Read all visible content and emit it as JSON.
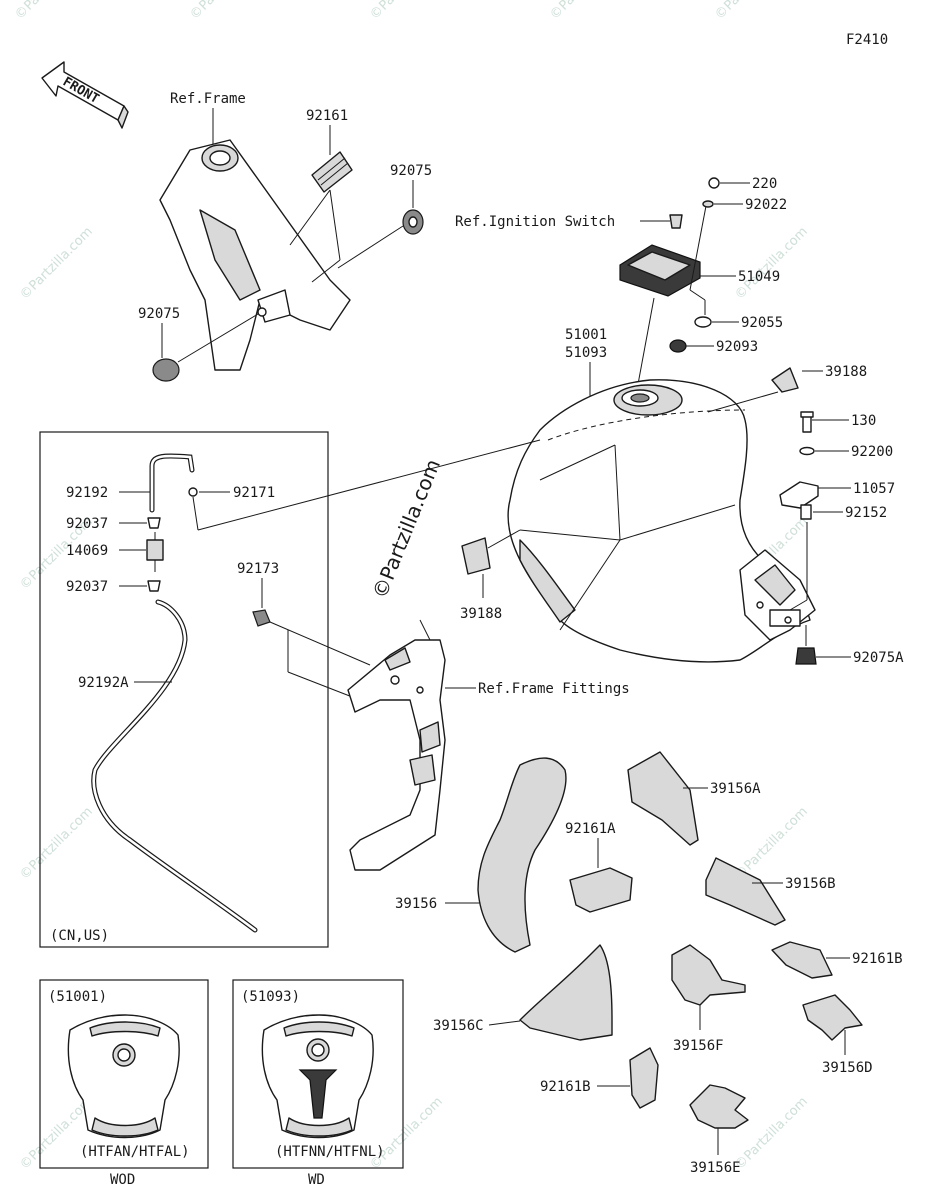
{
  "figure_code": "F2410",
  "front_arrow_label": "FRONT",
  "watermark": "©Partzilla.com",
  "references": {
    "frame": "Ref.Frame",
    "ignition_switch": "Ref.Ignition Switch",
    "frame_fittings": "Ref.Frame Fittings"
  },
  "part_labels": {
    "p92161": "92161",
    "p92075_top": "92075",
    "p92075_left": "92075",
    "p220": "220",
    "p92022": "92022",
    "p51049": "51049",
    "p92055": "92055",
    "p92093": "92093",
    "p51001": "51001",
    "p51093": "51093",
    "p39188_right": "39188",
    "p130": "130",
    "p92200": "92200",
    "p11057": "11057",
    "p92152": "92152",
    "p92075A": "92075A",
    "p39188_left": "39188",
    "p92192": "92192",
    "p92171": "92171",
    "p92037_top": "92037",
    "p14069": "14069",
    "p92037_bot": "92037",
    "p92192A": "92192A",
    "p92173": "92173",
    "p39156A": "39156A",
    "p92161A": "92161A",
    "p39156": "39156",
    "p39156B": "39156B",
    "p92161B_right": "92161B",
    "p39156C": "39156C",
    "p39156F": "39156F",
    "p39156D": "39156D",
    "p92161B_bot": "92161B",
    "p39156E": "39156E"
  },
  "region_note": "(CN,US)",
  "variants": [
    {
      "code": "(51001)",
      "models": "(HTFAN/HTFAL)",
      "caption": "WOD"
    },
    {
      "code": "(51093)",
      "models": "(HTFNN/HTFNL)",
      "caption": "WD"
    }
  ]
}
